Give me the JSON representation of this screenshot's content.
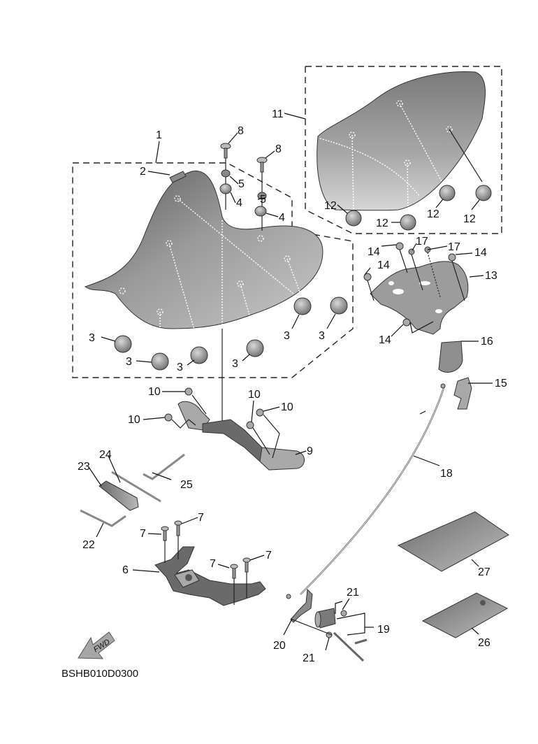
{
  "diagram": {
    "title_code": "BSHB010D0300",
    "fwd_arrow_text": "FWD",
    "colors": {
      "part_dark": "#5a5a5a",
      "part_mid": "#8c8c8c",
      "part_light": "#c4c4c4",
      "line": "#111111"
    }
  },
  "callouts": [
    {
      "id": "c1",
      "number": "1",
      "part": "seat-assy-rider"
    },
    {
      "id": "c2",
      "number": "2",
      "part": "emblem-tab"
    },
    {
      "id": "c3a",
      "number": "3",
      "part": "damper"
    },
    {
      "id": "c3b",
      "number": "3",
      "part": "damper"
    },
    {
      "id": "c3c",
      "number": "3",
      "part": "damper"
    },
    {
      "id": "c3d",
      "number": "3",
      "part": "damper"
    },
    {
      "id": "c3e",
      "number": "3",
      "part": "damper"
    },
    {
      "id": "c3f",
      "number": "3",
      "part": "damper"
    },
    {
      "id": "c4a",
      "number": "4",
      "part": "grommet"
    },
    {
      "id": "c4b",
      "number": "4",
      "part": "grommet"
    },
    {
      "id": "c5a",
      "number": "5",
      "part": "collar"
    },
    {
      "id": "c5b",
      "number": "5",
      "part": "collar"
    },
    {
      "id": "c6",
      "number": "6",
      "part": "bracket-seat-lock"
    },
    {
      "id": "c7a",
      "number": "7",
      "part": "bolt"
    },
    {
      "id": "c7b",
      "number": "7",
      "part": "bolt"
    },
    {
      "id": "c7c",
      "number": "7",
      "part": "bolt"
    },
    {
      "id": "c7d",
      "number": "7",
      "part": "bolt"
    },
    {
      "id": "c8a",
      "number": "8",
      "part": "bolt"
    },
    {
      "id": "c8b",
      "number": "8",
      "part": "bolt"
    },
    {
      "id": "c9",
      "number": "9",
      "part": "bracket-seat"
    },
    {
      "id": "c10a",
      "number": "10",
      "part": "bolt"
    },
    {
      "id": "c10b",
      "number": "10",
      "part": "bolt"
    },
    {
      "id": "c10c",
      "number": "10",
      "part": "bolt"
    },
    {
      "id": "c10d",
      "number": "10",
      "part": "bolt"
    },
    {
      "id": "c11",
      "number": "11",
      "part": "seat-assy-passenger"
    },
    {
      "id": "c12a",
      "number": "12",
      "part": "damper"
    },
    {
      "id": "c12b",
      "number": "12",
      "part": "damper"
    },
    {
      "id": "c12c",
      "number": "12",
      "part": "damper"
    },
    {
      "id": "c12d",
      "number": "12",
      "part": "damper"
    },
    {
      "id": "c13",
      "number": "13",
      "part": "bracket-lock"
    },
    {
      "id": "c14a",
      "number": "14",
      "part": "bolt"
    },
    {
      "id": "c14b",
      "number": "14",
      "part": "bolt"
    },
    {
      "id": "c14c",
      "number": "14",
      "part": "bolt"
    },
    {
      "id": "c14d",
      "number": "14",
      "part": "bolt"
    },
    {
      "id": "c15",
      "number": "15",
      "part": "hook-seat-lock"
    },
    {
      "id": "c16",
      "number": "16",
      "part": "cover"
    },
    {
      "id": "c17a",
      "number": "17",
      "part": "nut"
    },
    {
      "id": "c17b",
      "number": "17",
      "part": "nut"
    },
    {
      "id": "c18",
      "number": "18",
      "part": "cable-seat-lock"
    },
    {
      "id": "c19",
      "number": "19",
      "part": "seat-lock-assy"
    },
    {
      "id": "c20",
      "number": "20",
      "part": "lever"
    },
    {
      "id": "c21a",
      "number": "21",
      "part": "screw"
    },
    {
      "id": "c21b",
      "number": "21",
      "part": "screw"
    },
    {
      "id": "c22",
      "number": "22",
      "part": "wrench-hex"
    },
    {
      "id": "c23",
      "number": "23",
      "part": "handle-screwdriver"
    },
    {
      "id": "c24",
      "number": "24",
      "part": "screwdriver-bit"
    },
    {
      "id": "c25",
      "number": "25",
      "part": "wrench-hex"
    },
    {
      "id": "c26",
      "number": "26",
      "part": "tool-case-small"
    },
    {
      "id": "c27",
      "number": "27",
      "part": "tool-bag-tray"
    }
  ]
}
